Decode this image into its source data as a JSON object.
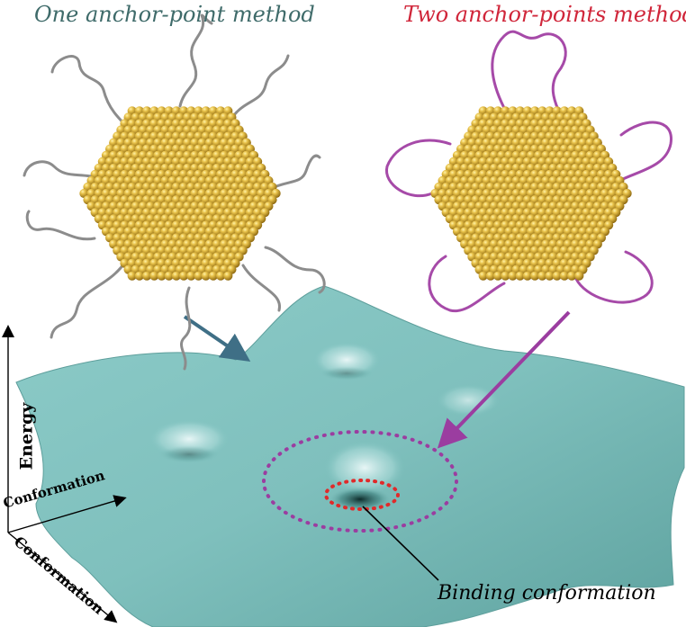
{
  "panels": {
    "left_title": "One anchor-point method",
    "right_title": "Two anchor-points method"
  },
  "axes": {
    "energy": "Energy",
    "conformation_x": "Conformation",
    "conformation_y": "Conformation"
  },
  "annotation": {
    "binding": "Binding conformation"
  },
  "colors": {
    "left_title": "#3f6b6a",
    "right_title": "#d0263a",
    "gold_sphere": "#d9b43a",
    "gray_ligand": "#8c8c8c",
    "purple_ligand": "#a64aa8",
    "surface": "#7fc2bf",
    "teal_arrow": "#3f6f86",
    "purple_marker": "#9b3da0",
    "red_marker": "#e02a2a"
  }
}
